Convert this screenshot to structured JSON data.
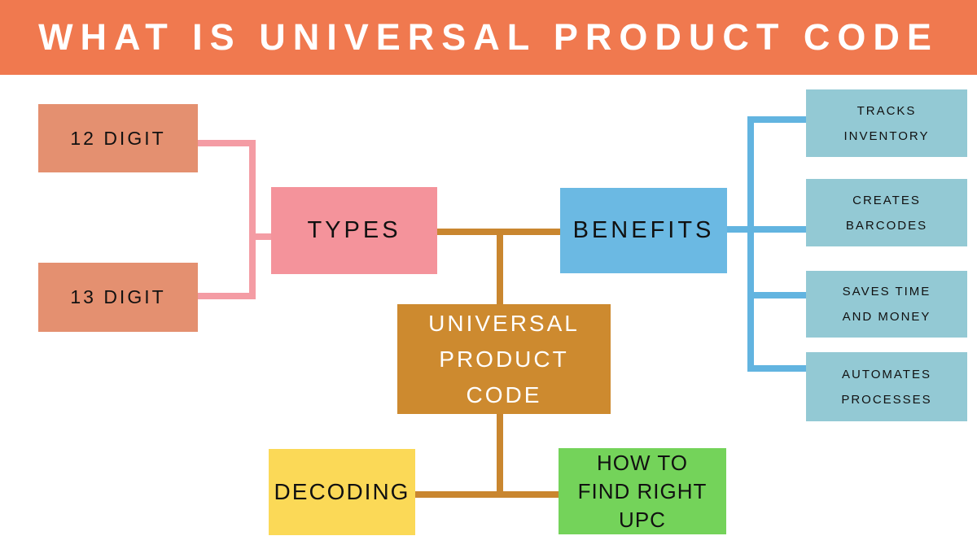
{
  "header": {
    "title": "WHAT IS UNIVERSAL PRODUCT CODE"
  },
  "nodes": {
    "center": {
      "lines": [
        "UNIVERSAL",
        "PRODUCT",
        "CODE"
      ]
    },
    "types": {
      "label": "TYPES"
    },
    "benefits": {
      "label": "BENEFITS"
    },
    "digit12": {
      "label": "12 DIGIT"
    },
    "digit13": {
      "label": "13 DIGIT"
    },
    "decoding": {
      "label": "DECODING"
    },
    "how_to_find": {
      "lines": [
        "HOW TO",
        "FIND RIGHT",
        "UPC"
      ]
    },
    "benefit_items": [
      {
        "lines": [
          "TRACKS",
          "INVENTORY"
        ]
      },
      {
        "lines": [
          "CREATES",
          "BARCODES"
        ]
      },
      {
        "lines": [
          "SAVES TIME",
          "AND MONEY"
        ]
      },
      {
        "lines": [
          "AUTOMATES",
          "PROCESSES"
        ]
      }
    ]
  },
  "palette": {
    "header_bg": "#F0794F",
    "header_text": "#FFFFFF",
    "digit_box_bg": "#E49070",
    "types_bg": "#F4939B",
    "benefits_bg": "#6BB9E3",
    "center_bg": "#CD8A2F",
    "center_text": "#FFFFFF",
    "decoding_bg": "#FBD957",
    "how_to_bg": "#74D35A",
    "benefit_item_bg": "#93C9D4",
    "node_text": "#111111",
    "connector_pink": "#F49CA4",
    "connector_orange": "#C9862F",
    "connector_blue": "#62B4E0"
  }
}
